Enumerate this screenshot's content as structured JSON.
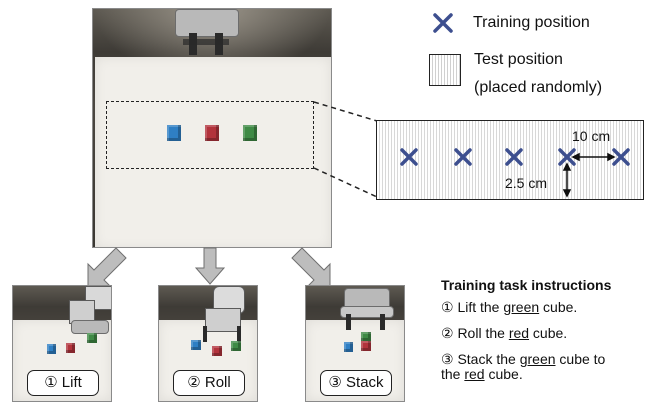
{
  "legend": {
    "training_label": "Training position",
    "test_label": "Test position",
    "test_sublabel": "(placed randomly)"
  },
  "measurements": {
    "horizontal": "10 cm",
    "vertical": "2.5 cm"
  },
  "instructions": {
    "title": "Training task instructions",
    "line1_prefix": "① Lift the ",
    "line1_color": "green",
    "line1_suffix": " cube.",
    "line2_prefix": "② Roll the ",
    "line2_color": "red",
    "line2_suffix": " cube.",
    "line3_prefix": "③ Stack the ",
    "line3_color": "green",
    "line3_mid": " cube to",
    "line3b_prefix": "the ",
    "line3b_color": "red",
    "line3b_suffix": " cube."
  },
  "tasks": [
    {
      "label": "① Lift"
    },
    {
      "label": "② Roll"
    },
    {
      "label": "③ Stack"
    }
  ],
  "colors": {
    "marker": "#3d4f8f",
    "cube_blue": "#2f7fc4",
    "cube_red": "#b2333c",
    "cube_green": "#3f8a45"
  }
}
